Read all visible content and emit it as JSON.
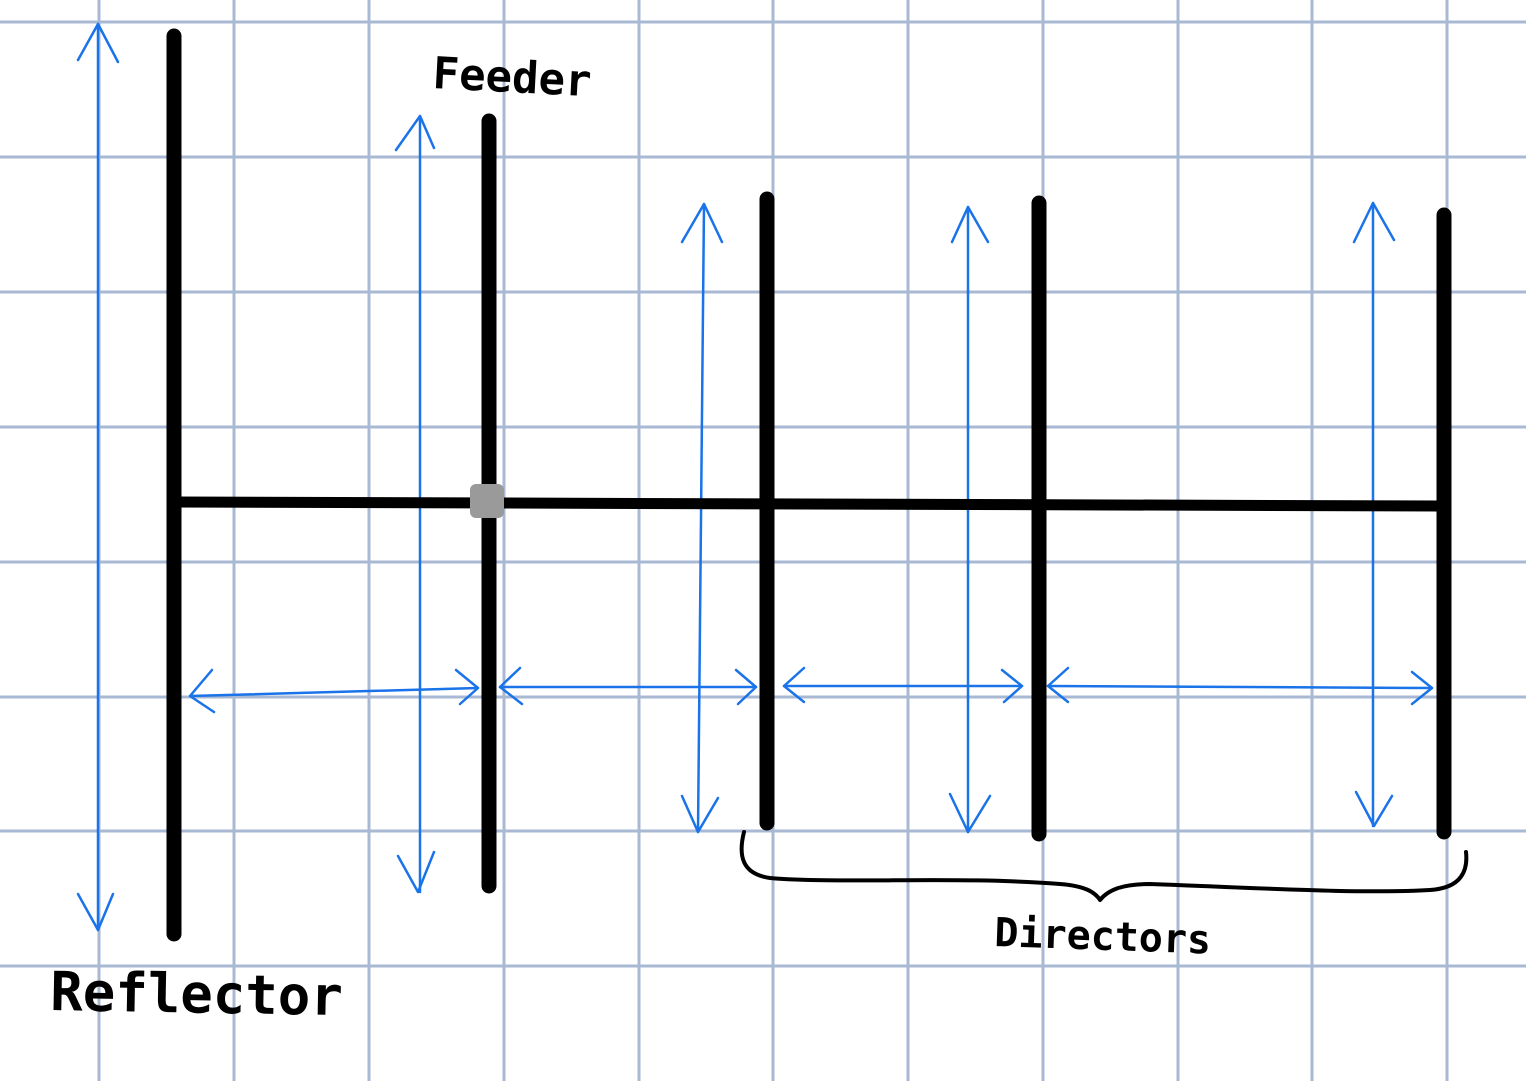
{
  "labels": {
    "feeder": "Feeder",
    "reflector": "Reflector",
    "directors": "Directors"
  },
  "colors": {
    "background": "#ffffff",
    "grid": "#a9b9d3",
    "element": "#000000",
    "dimension_arrow": "#1a73e8",
    "feed_point": "#9a9a9a"
  }
}
